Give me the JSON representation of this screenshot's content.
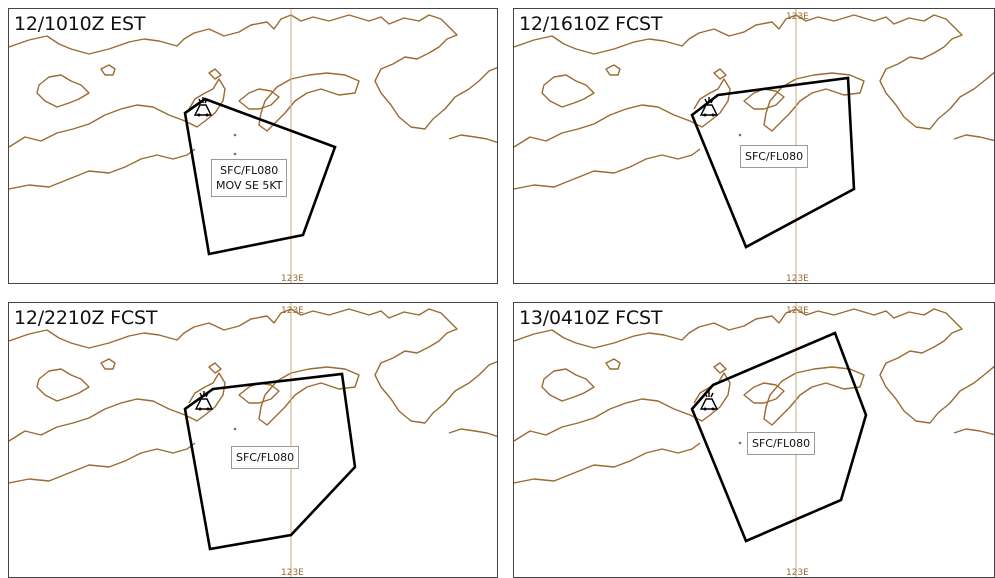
{
  "longitude_label": "123E",
  "panels": [
    {
      "title": "12/1010Z EST",
      "level": "SFC/FL080",
      "movement": "MOV SE 5KT"
    },
    {
      "title": "12/1610Z FCST",
      "level": "SFC/FL080"
    },
    {
      "title": "12/2210Z FCST",
      "level": "SFC/FL080"
    },
    {
      "title": "13/0410Z FCST",
      "level": "SFC/FL080"
    }
  ],
  "colors": {
    "coastline": "#9a6b33",
    "ash_area_outline": "#000000",
    "meridian": "#caa984"
  },
  "icons": [
    "volcano-icon"
  ]
}
